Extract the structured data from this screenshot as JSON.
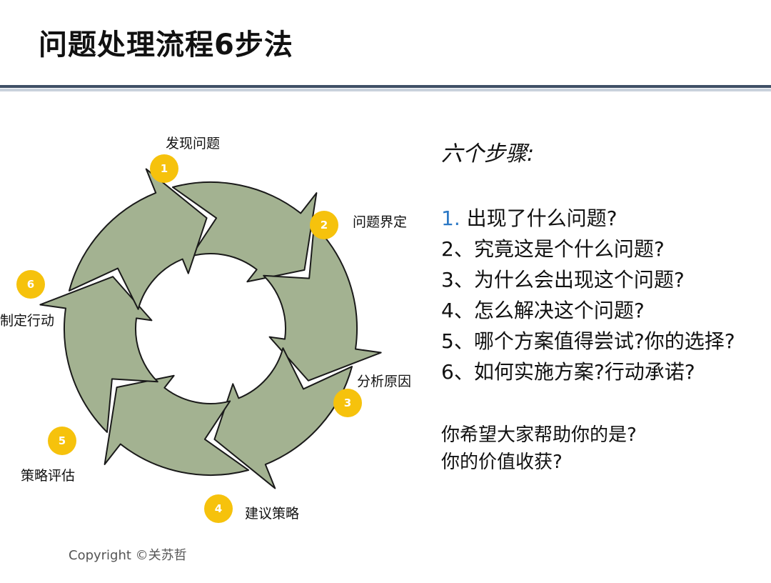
{
  "slide": {
    "title": "问题处理流程6步法"
  },
  "cycle": {
    "steps": [
      {
        "number": "1",
        "label": "发现问题"
      },
      {
        "number": "2",
        "label": "问题界定"
      },
      {
        "number": "3",
        "label": "分析原因"
      },
      {
        "number": "4",
        "label": "建议策略"
      },
      {
        "number": "5",
        "label": "策略评估"
      },
      {
        "number": "6",
        "label": "制定行动"
      }
    ],
    "colors": {
      "arrow_fill": "#a3b291",
      "arrow_stroke": "#1a1a1a",
      "badge": "#f6c20c"
    }
  },
  "panel": {
    "heading": "六个步骤:",
    "items": [
      {
        "num": "1.",
        "text": "出现了什么问题?"
      },
      {
        "num": "2、",
        "text": "究竟这是个什么问题?"
      },
      {
        "num": "3、",
        "text": "为什么会出现这个问题?"
      },
      {
        "num": "4、",
        "text": "怎么解决这个问题?"
      },
      {
        "num": "5、",
        "text": "哪个方案值得尝试?你的选择?"
      },
      {
        "num": "6、",
        "text": "如何实施方案?行动承诺?"
      }
    ],
    "questions": [
      "你希望大家帮助你的是?",
      "你的价值收获?"
    ],
    "first_number_color": "#2b78c5"
  },
  "footer": {
    "copyright": "Copyright ©关苏哲"
  }
}
